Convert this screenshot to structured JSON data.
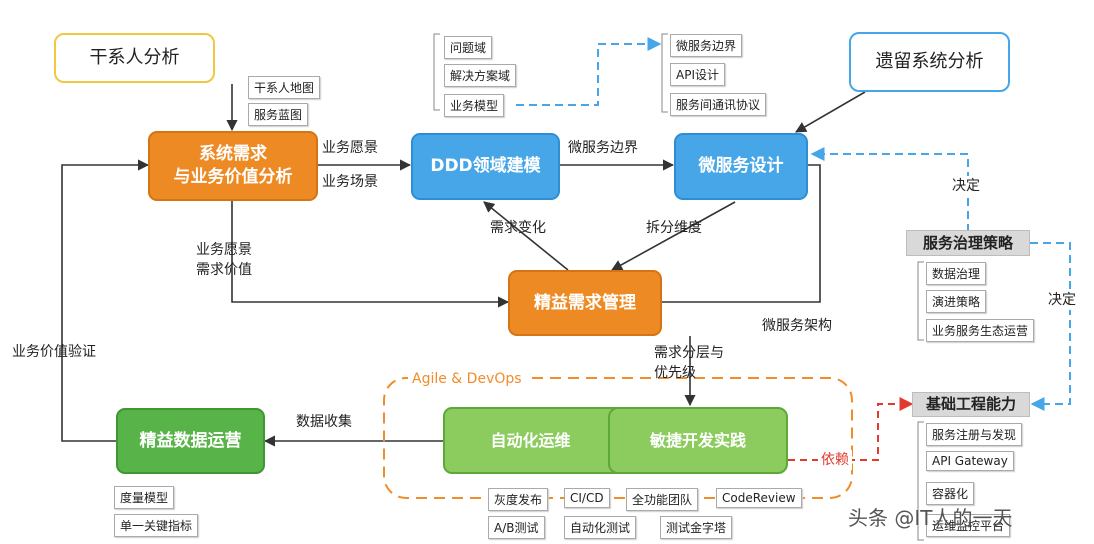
{
  "boxes": {
    "stakeholder": "干系人分析",
    "legacy": "遗留系统分析",
    "system_req_line1": "系统需求",
    "system_req_line2": "与业务价值分析",
    "ddd": "DDD领域建模",
    "microservice_design": "微服务设计",
    "lean_req": "精益需求管理",
    "lean_data": "精益数据运营",
    "auto_ops": "自动化运维",
    "agile_dev": "敏捷开发实践",
    "governance": "服务治理策略",
    "infra": "基础工程能力"
  },
  "chips": {
    "stakeholder_items": [
      "干系人地图",
      "服务蓝图"
    ],
    "ddd_items": [
      "问题域",
      "解决方案域",
      "业务模型"
    ],
    "ms_items": [
      "微服务边界",
      "API设计",
      "服务间通讯协议"
    ],
    "governance_items": [
      "数据治理",
      "演进策略",
      "业务服务生态运营"
    ],
    "infra_items": [
      "服务注册与发现",
      "API Gateway",
      "容器化",
      "运维监控平台"
    ],
    "data_items": [
      "度量模型",
      "单一关键指标"
    ],
    "practice_row1": [
      "灰度发布",
      "CI/CD",
      "全功能团队",
      "CodeReview"
    ],
    "practice_row2": [
      "A/B测试",
      "自动化测试",
      "测试金字塔"
    ]
  },
  "labels": {
    "biz_vision": "业务愿景",
    "biz_scene": "业务场景",
    "ms_boundary": "微服务边界",
    "req_change": "需求变化",
    "split_dim": "拆分维度",
    "req_vision_line1": "业务愿景",
    "req_vision_line2": "需求价值",
    "biz_value_verify": "业务价值验证",
    "ms_arch": "微服务架构",
    "layering_line1": "需求分层与",
    "layering_line2": "优先级",
    "agile_devops": "Agile & DevOps",
    "data_collect": "数据收集",
    "depends": "依赖",
    "decide1": "决定",
    "decide2": "决定"
  },
  "watermark": "头条 @IT人的一天",
  "colors": {
    "orange": "#ee8a24",
    "blue": "#46a6e8",
    "green": "#58b449",
    "light_green": "#8ccc5e",
    "dashed_orange": "#f08c2a",
    "dashed_red": "#e23b2e",
    "dashed_blue": "#46a6e8",
    "arrow": "#333333"
  }
}
